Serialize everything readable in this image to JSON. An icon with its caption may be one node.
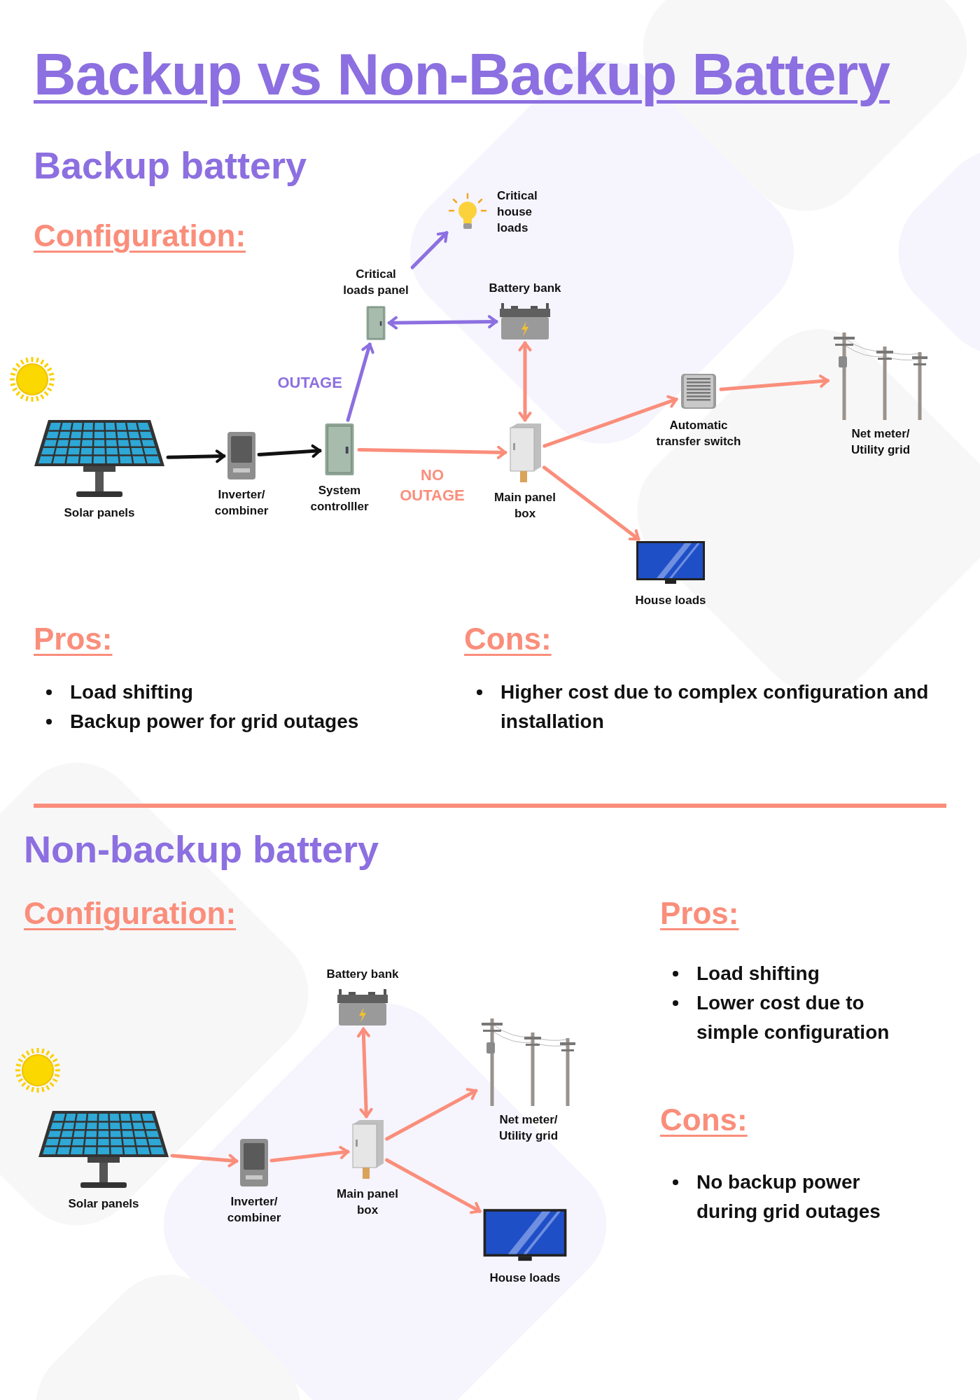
{
  "diagram": {
    "title": "Backup vs Non-Backup Battery",
    "nodes": [
      {
        "text": [
          "Solar panels"
        ]
      },
      {
        "text": [
          "Inverter/ combiner"
        ]
      },
      {
        "text": [
          "System controlller"
        ]
      },
      {
        "text": [
          "Critical loads panel"
        ]
      },
      {
        "text": [
          "Critical house loads"
        ]
      },
      {
        "text": [
          "Battery bank"
        ]
      },
      {
        "text": [
          "Main panel box"
        ]
      },
      {
        "text": [
          "Automatic transfer switch"
        ]
      },
      {
        "text": [
          "Net meter/ Utility grid"
        ]
      },
      {
        "text": [
          "House loads"
        ]
      },
      {
        "text": [
          "Solar panels"
        ]
      },
      {
        "text": [
          "Inverter/ combiner"
        ]
      },
      {
        "text": [
          "Main panel box"
        ]
      },
      {
        "text": [
          "Battery bank"
        ]
      },
      {
        "text": [
          "Net meter/ Utility grid"
        ]
      },
      {
        "text": [
          "House loads"
        ]
      }
    ],
    "edges": [
      {
        "from": 0,
        "to": 1,
        "arrow": "to",
        "color": "#111111"
      },
      {
        "from": 1,
        "to": 2,
        "arrow": "to",
        "color": "#111111"
      },
      {
        "from": 2,
        "to": 3,
        "arrow": "to",
        "label": "OUTAGE",
        "color": "#8c6fe0"
      },
      {
        "from": 3,
        "to": 4,
        "arrow": "to",
        "color": "#8c6fe0"
      },
      {
        "from": 3,
        "to": 5,
        "arrow": "both",
        "color": "#8c6fe0"
      },
      {
        "from": 2,
        "to": 6,
        "arrow": "to",
        "label": "NO OUTAGE"
      },
      {
        "from": 5,
        "to": 6,
        "arrow": "both"
      },
      {
        "from": 6,
        "to": 7,
        "arrow": "to"
      },
      {
        "from": 7,
        "to": 8,
        "arrow": "to"
      },
      {
        "from": 6,
        "to": 9,
        "arrow": "to"
      },
      {
        "from": 10,
        "to": 11,
        "arrow": "to"
      },
      {
        "from": 11,
        "to": 12,
        "arrow": "to"
      },
      {
        "from": 13,
        "to": 12,
        "arrow": "both"
      },
      {
        "from": 12,
        "to": 14,
        "arrow": "to"
      },
      {
        "from": 12,
        "to": 15,
        "arrow": "to"
      }
    ],
    "labels": [
      "Backup battery",
      "Configuration:",
      "Pros:",
      "Load shifting",
      "Backup power for grid outages",
      "Cons:",
      "Higher cost due to complex configuration and installation",
      "Non-backup battery",
      "Configuration:",
      "Pros:",
      "Load shifting",
      "Lower cost due to simple configuration",
      "Cons:",
      "No backup power during grid outages"
    ]
  }
}
